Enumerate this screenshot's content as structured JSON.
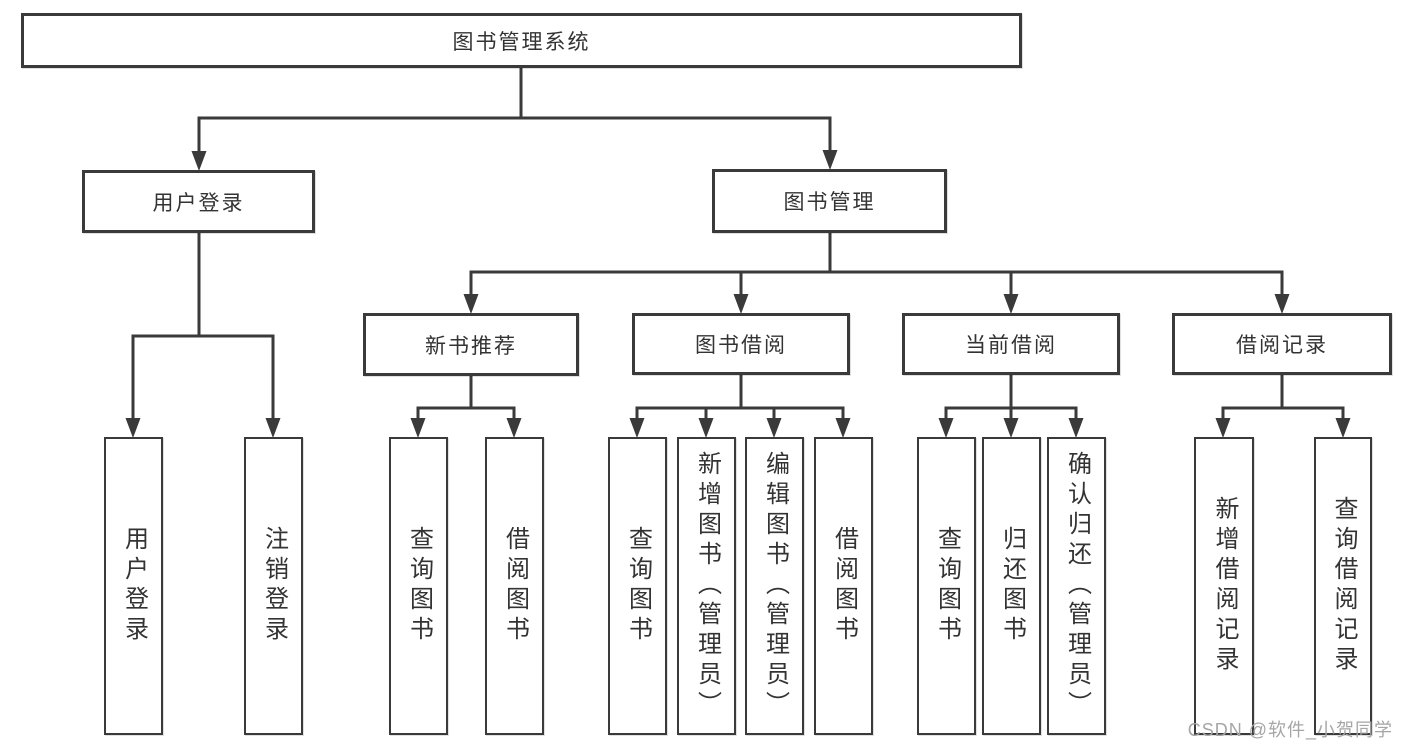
{
  "diagram": {
    "root": {
      "id": "library-management-system",
      "label": "图书管理系统"
    },
    "branches": [
      {
        "id": "user-login",
        "label": "用户登录"
      },
      {
        "id": "book-management",
        "label": "图书管理"
      }
    ],
    "modules": [
      {
        "id": "new-book-recommend",
        "parent": "图书管理",
        "label": "新书推荐"
      },
      {
        "id": "book-borrow",
        "parent": "图书管理",
        "label": "图书借阅"
      },
      {
        "id": "current-borrow",
        "parent": "图书管理",
        "label": "当前借阅"
      },
      {
        "id": "borrow-records",
        "parent": "图书管理",
        "label": "借阅记录"
      }
    ],
    "functions": [
      {
        "id": "user-login-action",
        "parent": "用户登录",
        "label": "用户登录"
      },
      {
        "id": "logout",
        "parent": "用户登录",
        "label": "注销登录"
      },
      {
        "id": "query-books-recommend",
        "parent": "新书推荐",
        "label": "查询图书"
      },
      {
        "id": "borrow-books-recommend",
        "parent": "新书推荐",
        "label": "借阅图书"
      },
      {
        "id": "query-books-borrow",
        "parent": "图书借阅",
        "label": "查询图书"
      },
      {
        "id": "add-books-admin",
        "parent": "图书借阅",
        "label": "新增图书（管理员）"
      },
      {
        "id": "edit-books-admin",
        "parent": "图书借阅",
        "label": "编辑图书（管理员）"
      },
      {
        "id": "borrow-books",
        "parent": "图书借阅",
        "label": "借阅图书"
      },
      {
        "id": "query-books-current",
        "parent": "当前借阅",
        "label": "查询图书"
      },
      {
        "id": "return-books",
        "parent": "当前借阅",
        "label": "归还图书"
      },
      {
        "id": "confirm-return-admin",
        "parent": "当前借阅",
        "label": "确认归还（管理员）"
      },
      {
        "id": "add-borrow-record",
        "parent": "借阅记录",
        "label": "新增借阅记录"
      },
      {
        "id": "query-borrow-record",
        "parent": "借阅记录",
        "label": "查询借阅记录"
      }
    ],
    "watermark": "CSDN @软件_小贺同学",
    "colors": {
      "line": "#3a3a3a",
      "text": "#333333",
      "watermark": "#a6a6a6",
      "background": "#ffffff"
    }
  }
}
